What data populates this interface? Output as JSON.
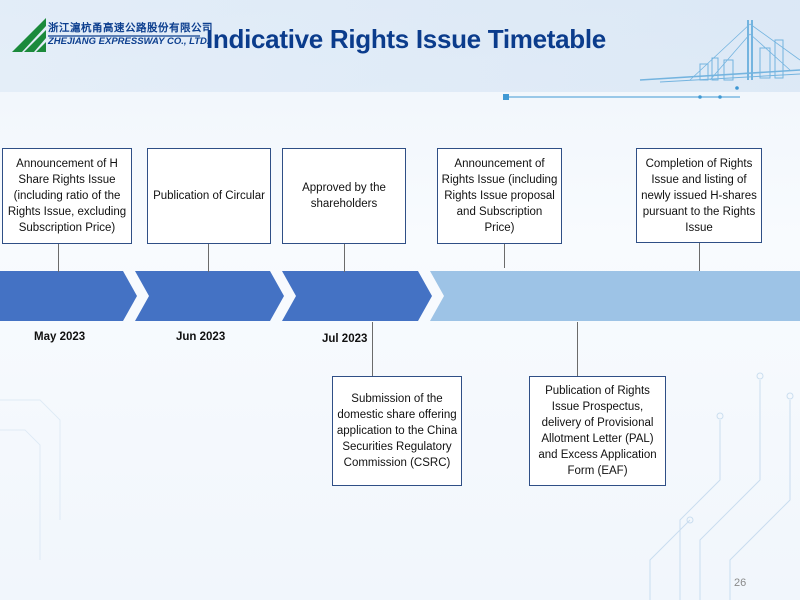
{
  "logo": {
    "company_cn": "浙江滬杭甬高速公路股份有限公司",
    "company_en": "ZHEJIANG EXPRESSWAY CO., LTD."
  },
  "title": "Indicative Rights Issue Timetable",
  "timeline": {
    "months": [
      {
        "label": "May 2023"
      },
      {
        "label": "Jun 2023"
      },
      {
        "label": "Jul 2023"
      }
    ],
    "top_events": [
      {
        "text": "Announcement of H Share Rights Issue (including ratio of the Rights Issue, excluding Subscription Price)"
      },
      {
        "text": "Publication of Circular"
      },
      {
        "text": "Approved by the shareholders"
      },
      {
        "text": "Announcement of Rights Issue (including Rights Issue proposal and Subscription Price)"
      },
      {
        "text": "Completion of Rights Issue and listing of newly issued H-shares pursuant to the Rights Issue"
      }
    ],
    "bottom_events": [
      {
        "text": "Submission of the domestic share offering application to the China Securities Regulatory Commission (CSRC)"
      },
      {
        "text": "Publication of Rights Issue Prospectus, delivery of Provisional Allotment Letter (PAL) and Excess Application Form (EAF)"
      }
    ]
  },
  "colors": {
    "arrow_dark": "#4472c4",
    "arrow_light": "#9dc3e6",
    "title": "#0b3c8c",
    "box_border": "#2f4f86"
  },
  "page_number": "26"
}
